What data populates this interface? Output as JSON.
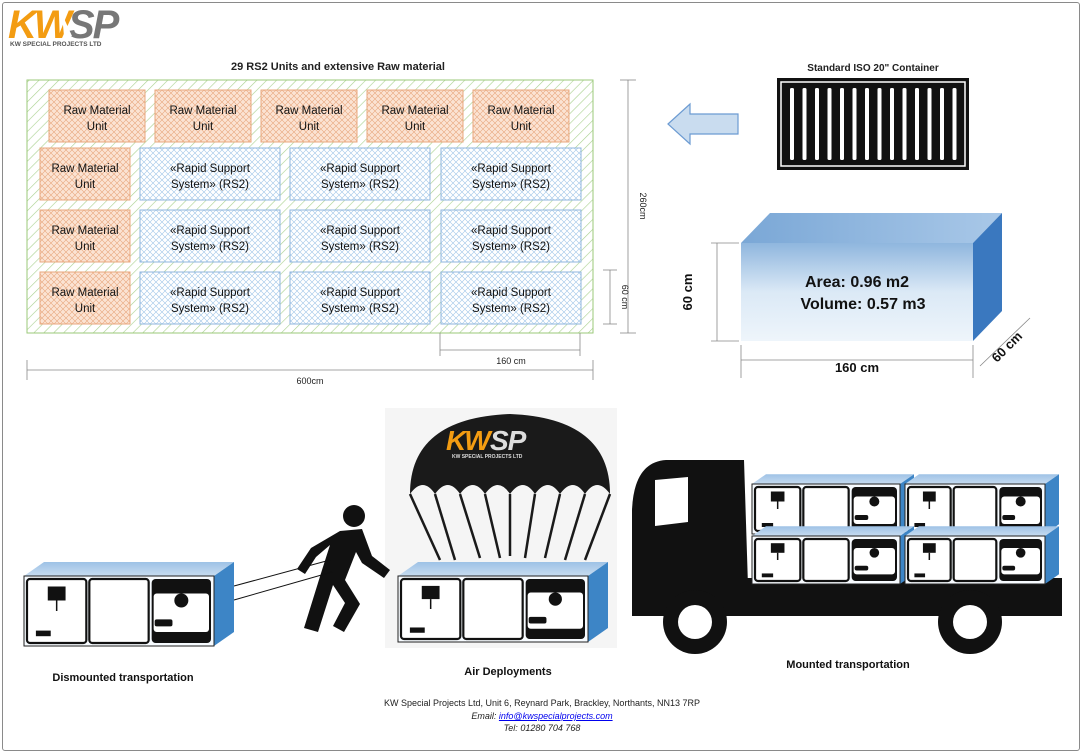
{
  "logo": {
    "text": "KWSP",
    "subtext": "KW SPECIAL PROJECTS LTD"
  },
  "layout_title": "29 RS2 Units and extensive Raw material",
  "raw_material_label": [
    "Raw Material",
    "Unit"
  ],
  "rs2_label": [
    "«Rapid Support",
    "System» (RS2)"
  ],
  "dims": {
    "width_total": "600cm",
    "height_total": "260cm",
    "unit_width": "160 cm",
    "unit_height": "60 cm"
  },
  "container_title": "Standard ISO 20\" Container",
  "box": {
    "area": "Area: 0.96 m2",
    "volume": "Volume: 0.57 m3",
    "height": "60 cm",
    "width": "160 cm",
    "depth": "60 cm"
  },
  "captions": {
    "dismounted": "Dismounted transportation",
    "air": "Air Deployments",
    "mounted": "Mounted transportation"
  },
  "footer": {
    "address": "KW Special Projects Ltd, Unit 6, Reynard Park, Brackley, Northants, NN13 7RP",
    "email_label": "Email:",
    "email": "info@kwspecialprojects.com",
    "tel_label": "Tel:",
    "tel": "01280 704 768"
  },
  "colors": {
    "accent_blue": "#3d85c6",
    "light_blue": "#cfe2f3",
    "raw_orange": "#f4cbb0",
    "hatch_green": "#9bc97a"
  }
}
